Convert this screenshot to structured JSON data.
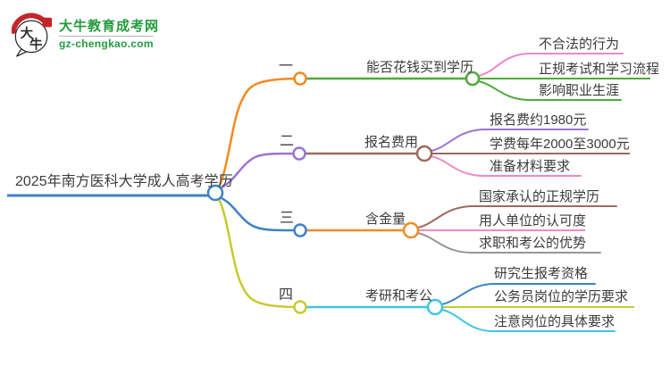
{
  "logo": {
    "title": "大牛教育成考网",
    "domain": "gz-chengkao.com",
    "icon_char1": "大",
    "icon_char2": "牛"
  },
  "central": {
    "label": "2025年南方医科大学成人高考学历"
  },
  "branches": [
    {
      "index": "一",
      "label": "能否花钱买到学历",
      "children": [
        {
          "label": "不合法的行为"
        },
        {
          "label": "正规考试和学习流程"
        },
        {
          "label": "影响职业生涯"
        }
      ]
    },
    {
      "index": "二",
      "label": "报名费用",
      "children": [
        {
          "label": "报名费约1980元"
        },
        {
          "label": "学费每年2000至3000元"
        },
        {
          "label": "准备材料要求"
        }
      ]
    },
    {
      "index": "三",
      "label": "含金量",
      "children": [
        {
          "label": "国家承认的正规学历"
        },
        {
          "label": "用人单位的认可度"
        },
        {
          "label": "求职和考公的优势"
        }
      ]
    },
    {
      "index": "四",
      "label": "考研和考公",
      "children": [
        {
          "label": "研究生报考资格"
        },
        {
          "label": "公务员岗位的学历要求"
        },
        {
          "label": "注意岗位的具体要求"
        }
      ]
    }
  ],
  "colors": {
    "orange": "#f28a21",
    "green": "#4fa93c",
    "purple": "#9b74d4",
    "blue": "#3c83c6",
    "olive": "#c6cb2d",
    "cyan": "#3fc6e0",
    "brown": "#9c6a5d",
    "pink": "#ec87d0",
    "rose": "#f18ac2",
    "gray": "#969696",
    "text": "#3c3c3c",
    "brand_green": "#239b3e",
    "logo_red": "#c5242b",
    "logo_ink": "#2a2a2a"
  }
}
